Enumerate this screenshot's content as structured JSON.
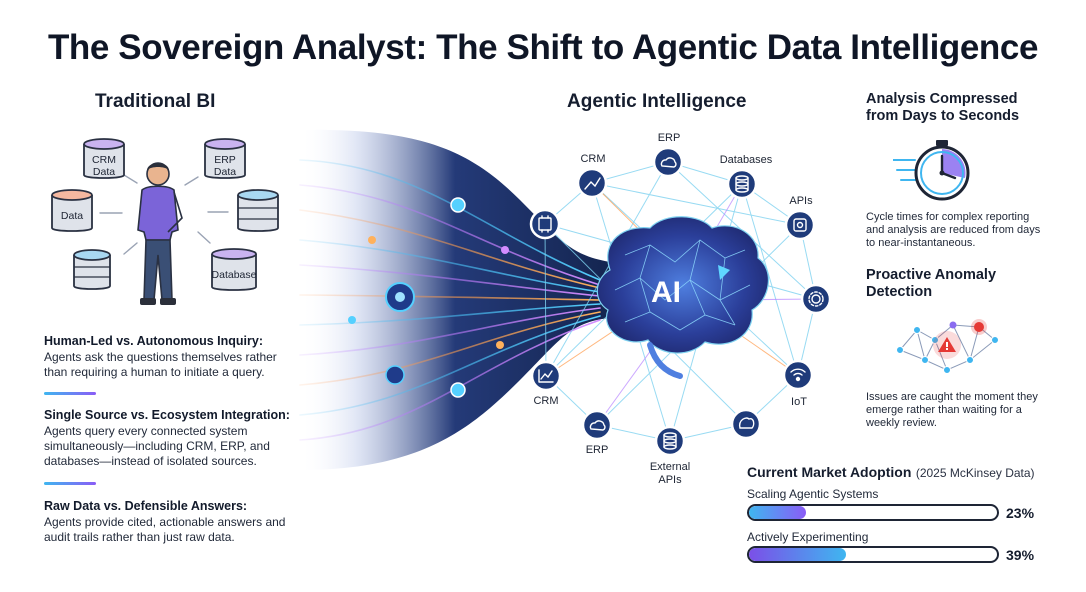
{
  "title": "The Sovereign Analyst: The Shift to Agentic Data Intelligence",
  "left": {
    "heading": "Traditional BI",
    "sources": [
      "CRM Data",
      "ERP Data",
      "Data",
      "Database"
    ],
    "items": [
      {
        "title": "Human-Led vs. Autonomous Inquiry:",
        "body": [
          "Agents ask the questions themselves rather",
          "than requiring a human to initiate a query."
        ]
      },
      {
        "title": "Single Source vs. Ecosystem Integration:",
        "body": [
          "Agents query every connected system",
          "simultaneously—including CRM, ERP, and",
          "databases—instead of isolated sources."
        ]
      },
      {
        "title": "Raw Data vs. Defensible Answers:",
        "body": [
          "Agents provide cited, actionable answers and",
          "audit trails rather than just raw data."
        ]
      }
    ]
  },
  "center": {
    "heading": "Agentic Intelligence",
    "core_label": "AI",
    "nodes": {
      "erp_top": "ERP",
      "crm_top": "CRM",
      "databases": "Databases",
      "apis": "APIs",
      "crm_bottom": "CRM",
      "erp_bottom": "ERP",
      "external_apis": [
        "External",
        "APIs"
      ],
      "iot": "IoT"
    }
  },
  "right": {
    "section1": {
      "title": [
        "Analysis Compressed",
        "from Days to Seconds"
      ],
      "body": [
        "Cycle times for complex reporting",
        "and analysis are reduced from days",
        "to near-instantaneous."
      ]
    },
    "section2": {
      "title": [
        "Proactive Anomaly",
        "Detection"
      ],
      "body": [
        "Issues are caught the moment they",
        "emerge rather than waiting for a",
        "weekly review."
      ]
    },
    "adoption": {
      "title": "Current Market Adoption",
      "source": "(2025 McKinsey Data)",
      "bars": [
        {
          "label": "Scaling Agentic Systems",
          "value": 23,
          "display": "23%",
          "color": "#3fb6f0"
        },
        {
          "label": "Actively Experimenting",
          "value": 39,
          "display": "39%",
          "color": "#7b4fe8"
        }
      ]
    }
  },
  "colors": {
    "accent_blue": "#3fb6f0",
    "accent_purple": "#8a5cf6",
    "alert_red": "#e53935"
  }
}
